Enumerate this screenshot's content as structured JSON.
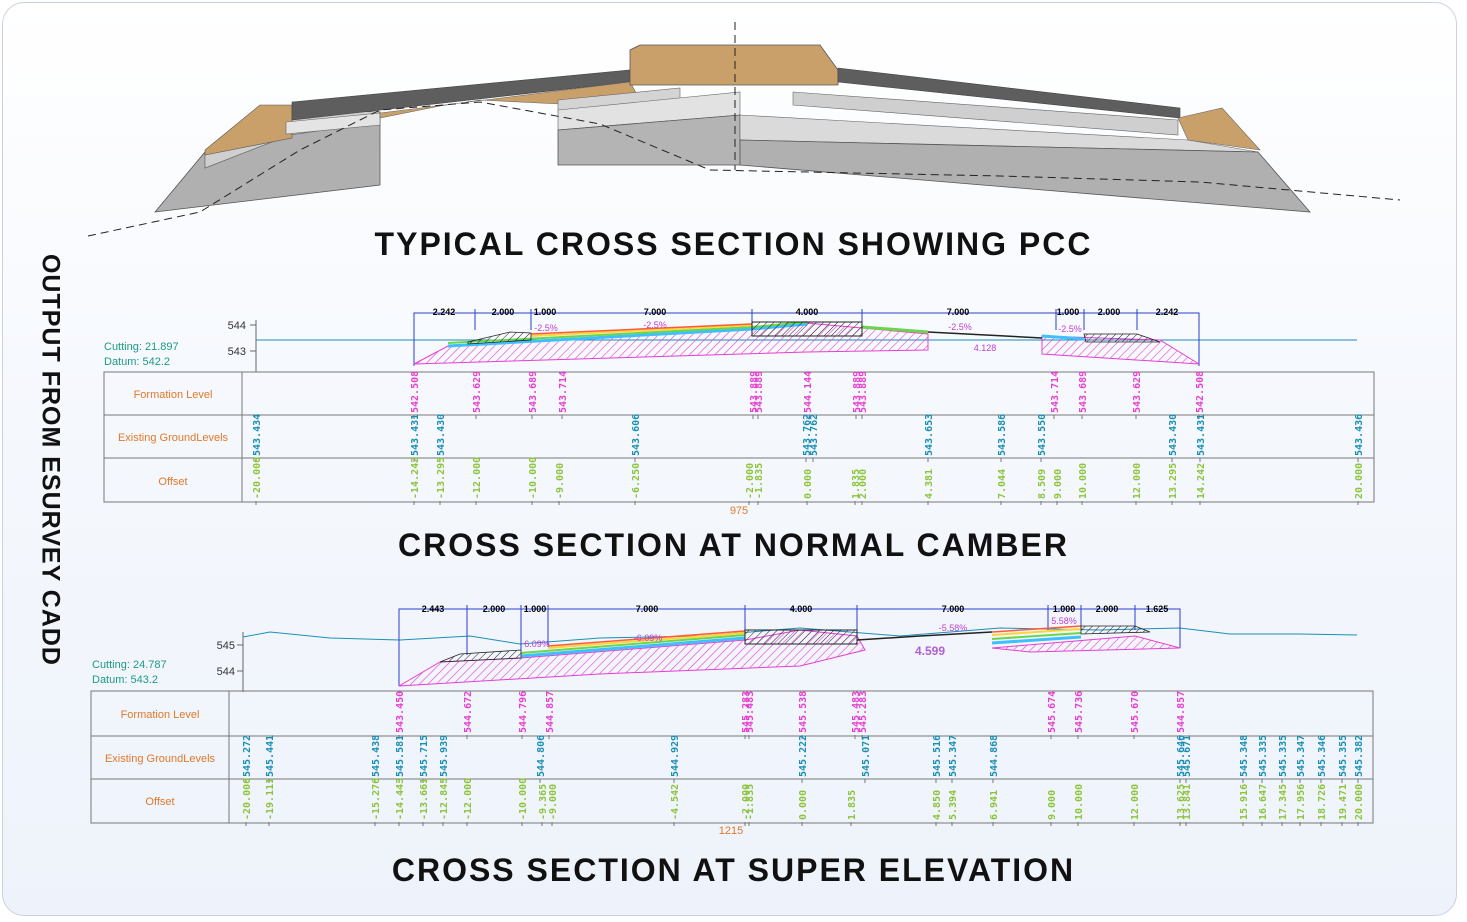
{
  "side_title": "OUTPUT FROM ESURVEY CADD",
  "titles": {
    "typical": "TYPICAL CROSS SECTION SHOWING PCC",
    "normal": "CROSS SECTION AT NORMAL CAMBER",
    "super": "CROSS SECTION AT SUPER ELEVATION"
  },
  "colors": {
    "formation": "#e83fd1",
    "ground": "#1a8fb5",
    "offset": "#8cc43a",
    "label": "#e0792a",
    "info": "#1d9a86"
  },
  "row_labels": {
    "formation": "Formation  Level",
    "ground": "Existing  GroundLevels",
    "offset": "Offset"
  },
  "normal": {
    "cutting": "Cutting:  21.897",
    "datum": "Datum:  542.2",
    "levels": [
      "544",
      "543"
    ],
    "dims": [
      "2.242",
      "2.000",
      "1.000",
      "7.000",
      "4.000",
      "7.000",
      "1.000",
      "2.000",
      "2.242"
    ],
    "slopes": [
      "-2.5%",
      "-2.5%",
      "-2.5%",
      "-2.5%"
    ],
    "width_note": "4.128",
    "chainage": "975",
    "formation": [
      "542.508",
      "543.629",
      "543.689",
      "543.714",
      "543.889",
      "543.889",
      "544.144",
      "543.889",
      "543.889",
      "543.714",
      "543.689",
      "543.629",
      "542.508"
    ],
    "ground": [
      "543.434",
      "543.431",
      "543.430",
      "543.606",
      "543.762",
      "543.762",
      "543.653",
      "543.586",
      "543.550",
      "543.430",
      "543.431",
      "543.436"
    ],
    "offsets": [
      "-20.000",
      "-14.242",
      "-13.295",
      "-12.000",
      "-10.000",
      "-9.000",
      "-6.250",
      "-2.000",
      "-1.835",
      "0.000",
      "1.835",
      "2.000",
      "4.381",
      "7.044",
      "8.509",
      "9.000",
      "10.000",
      "12.000",
      "13.295",
      "14.242",
      "20.000"
    ]
  },
  "super": {
    "cutting": "Cutting:  24.787",
    "datum": "Datum:  543.2",
    "levels": [
      "545",
      "544"
    ],
    "dims": [
      "2.443",
      "2.000",
      "1.000",
      "7.000",
      "4.000",
      "7.000",
      "1.000",
      "2.000",
      "1.625"
    ],
    "slopes": [
      "6.09%",
      "-6.09%",
      "-5.58%",
      "5.58%"
    ],
    "width_note": "4.599",
    "chainage": "1215",
    "formation": [
      "543.450",
      "544.672",
      "544.796",
      "544.857",
      "545.283",
      "545.483",
      "545.538",
      "545.483",
      "545.283",
      "545.674",
      "545.736",
      "545.670",
      "544.857"
    ],
    "ground": [
      "545.272",
      "545.441",
      "545.438",
      "545.581",
      "545.715",
      "545.939",
      "544.806",
      "544.929",
      "545.222",
      "545.071",
      "545.516",
      "545.347",
      "544.868",
      "545.646",
      "545.671",
      "545.348",
      "545.335",
      "545.335",
      "545.347",
      "545.346",
      "545.355",
      "545.382"
    ],
    "offsets": [
      "-20.000",
      "-19.111",
      "-15.276",
      "-14.443",
      "-13.661",
      "-12.845",
      "-12.000",
      "-10.000",
      "-9.365",
      "-9.000",
      "-4.542",
      "-2.000",
      "-1.835",
      "0.000",
      "1.835",
      "4.850",
      "5.394",
      "6.941",
      "9.000",
      "10.000",
      "12.000",
      "13.625",
      "13.841",
      "15.916",
      "16.647",
      "17.345",
      "17.956",
      "18.726",
      "19.471",
      "20.000"
    ]
  }
}
